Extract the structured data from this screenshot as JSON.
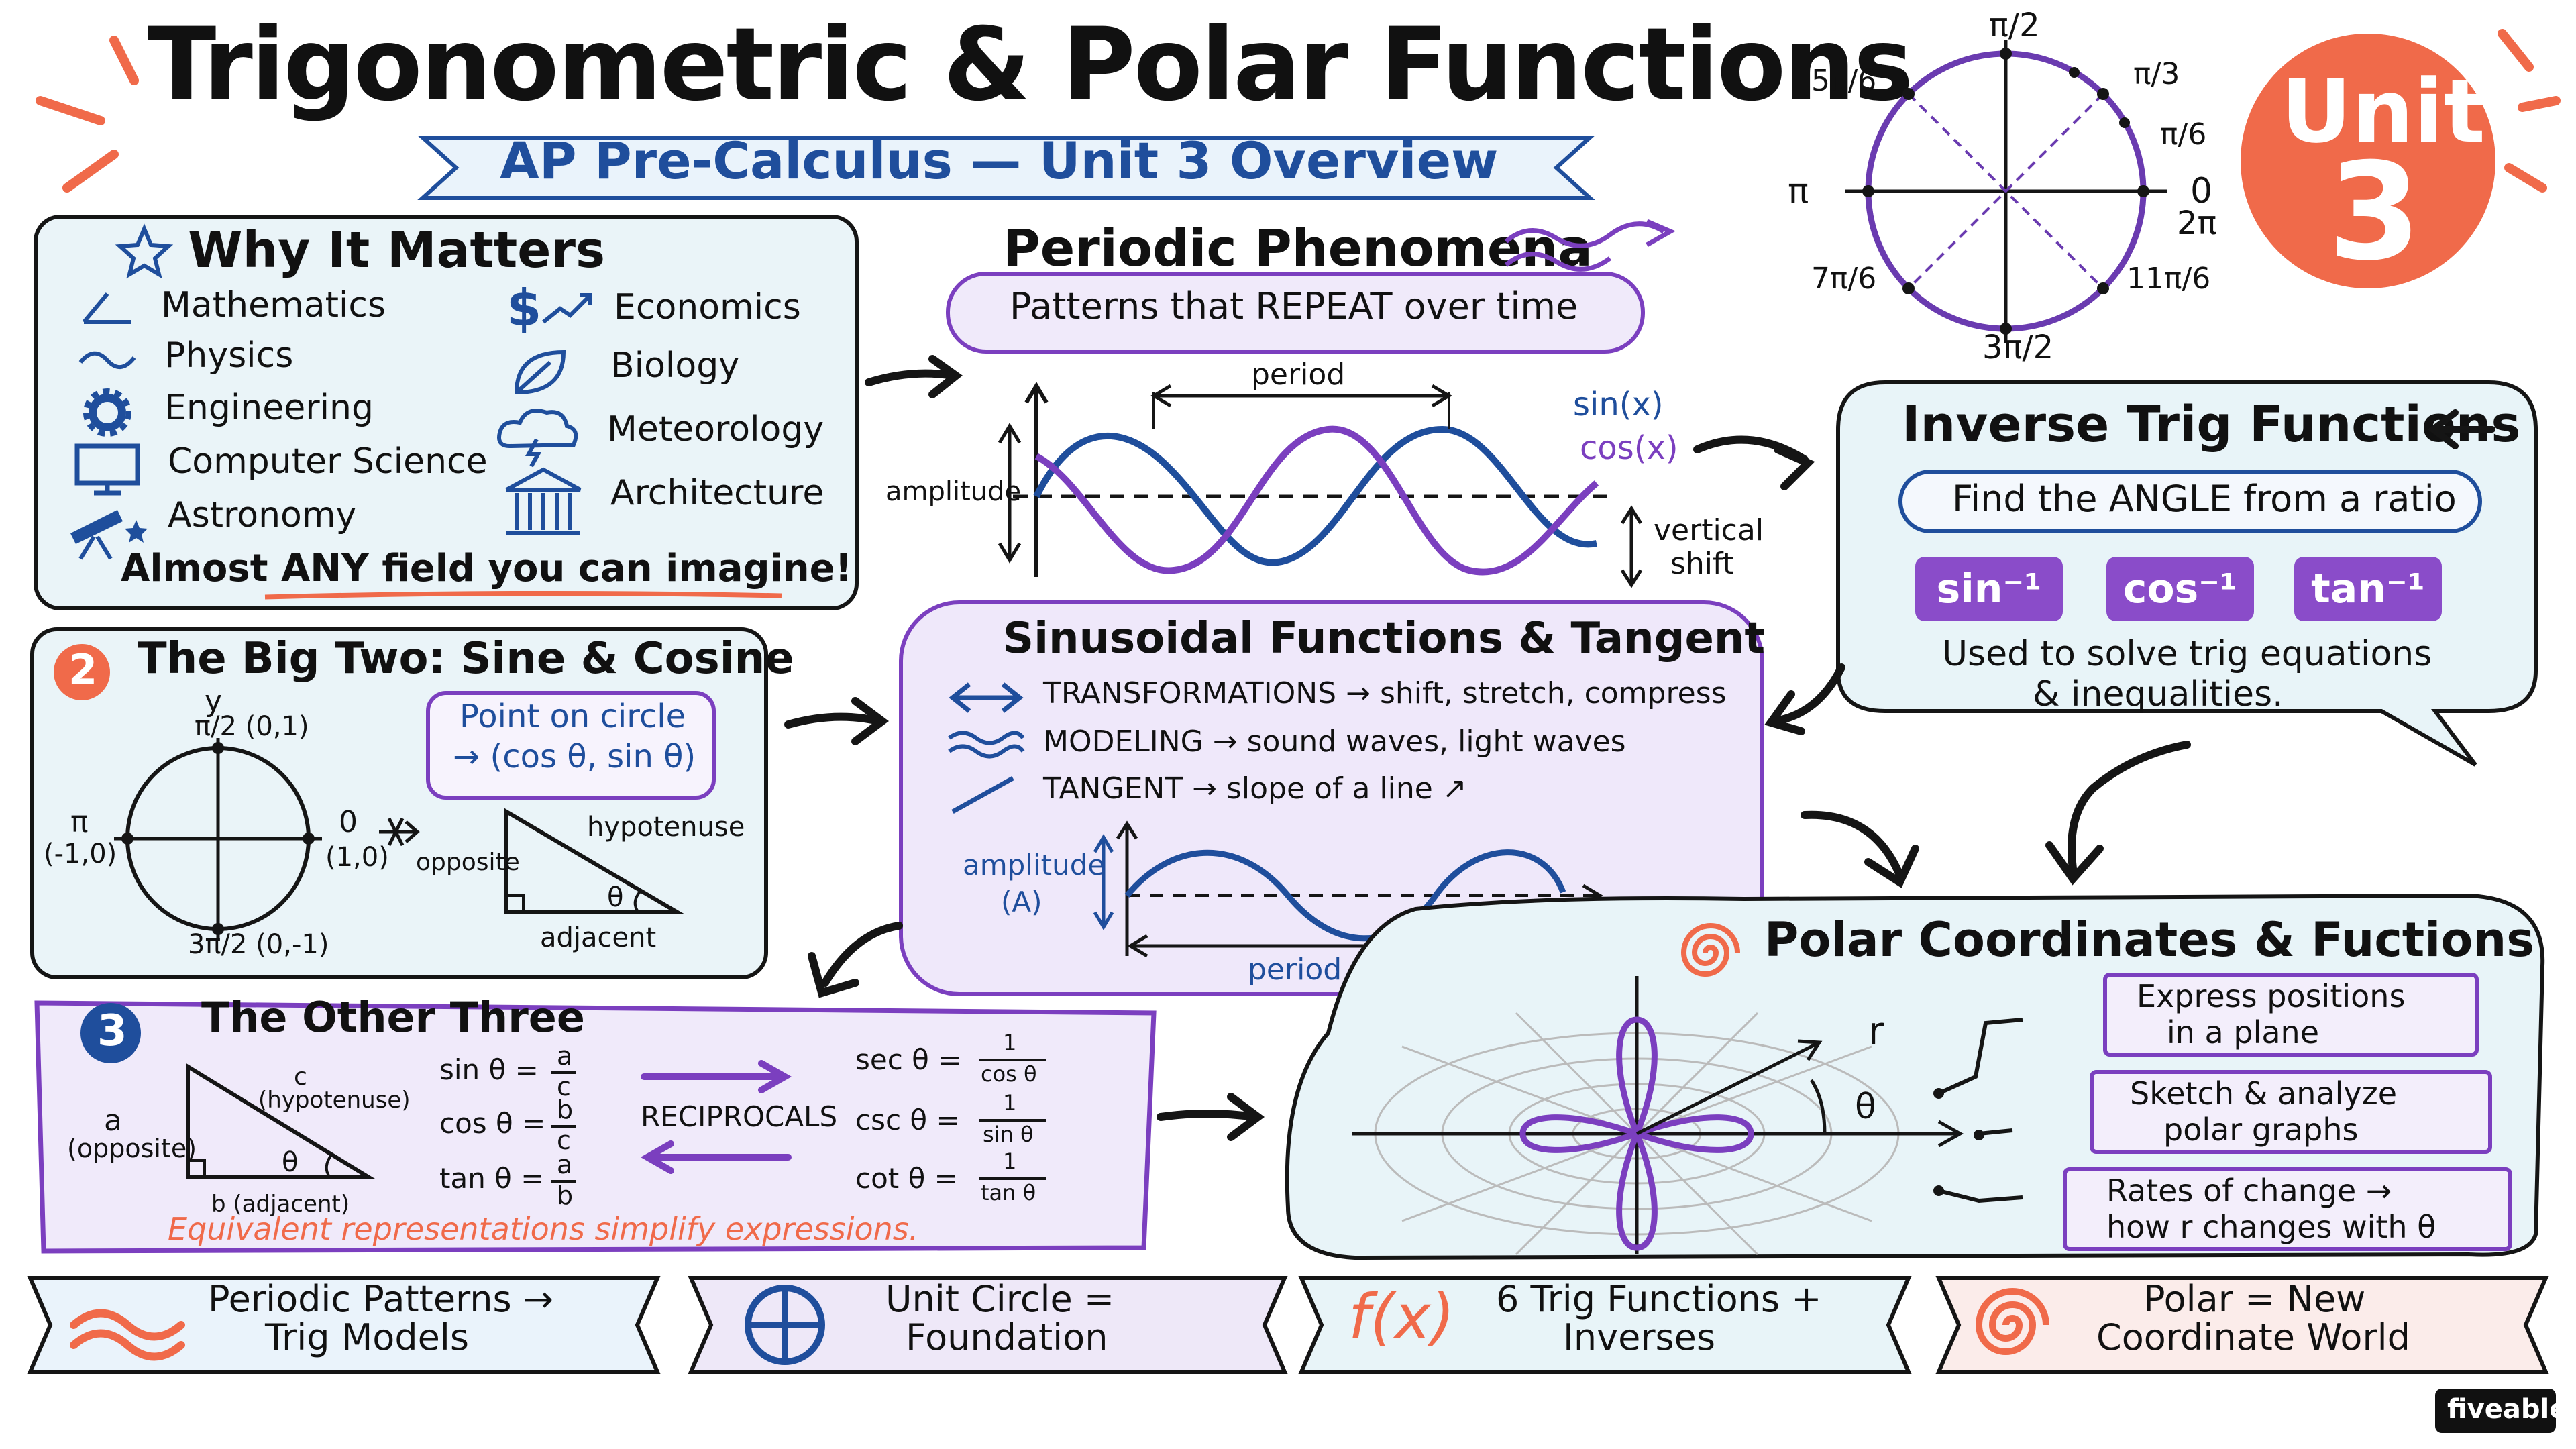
{
  "header": {
    "title": "Trigonometric & Polar Functions",
    "subtitle": "AP Pre-Calculus — Unit 3 Overview",
    "badge_unit": "Unit",
    "badge_num": "3"
  },
  "unit_circle_top": {
    "labels": [
      "π/2",
      "π/3",
      "π/6",
      "0",
      "2π",
      "π",
      "5π/6",
      "7π/6",
      "11π/6",
      "3π/2"
    ]
  },
  "why": {
    "title": "Why It Matters",
    "left": [
      "Mathematics",
      "Physics",
      "Engineering",
      "Computer Science",
      "Astronomy"
    ],
    "right": [
      "Economics",
      "Biology",
      "Meteorology",
      "Architecture"
    ],
    "footer": "Almost ANY field you can imagine!"
  },
  "periodic": {
    "title": "Periodic Phenomena",
    "subtitle": "Patterns that REPEAT over time",
    "period": "period",
    "amplitude": "amplitude",
    "sin": "sin(x)",
    "cos": "cos(x)",
    "vshift": "vertical",
    "vshift2": "shift"
  },
  "inverse": {
    "title": "Inverse Trig Functions",
    "subtitle": "Find the ANGLE from a ratio",
    "tags": [
      "sin⁻¹",
      "cos⁻¹",
      "tan⁻¹"
    ],
    "note1": "Used to solve trig equations",
    "note2": "& inequalities."
  },
  "bigtwo": {
    "num": "2",
    "title": "The Big Two: Sine & Cosine",
    "y": "y",
    "top": "π/2 (0,1)",
    "left1": "π",
    "left2": "(-1,0)",
    "right1": "0",
    "right2": "(1,0)",
    "bottom": "3π/2  (0,-1)",
    "point1": "Point on circle",
    "point2": "→ (cos θ, sin θ)",
    "hyp": "hypotenuse",
    "opp": "opposite",
    "adj": "adjacent",
    "theta": "θ"
  },
  "sinusoid": {
    "title": "Sinusoidal Functions & Tangent",
    "rows": [
      "TRANSFORMATIONS → shift, stretch, compress",
      "MODELING → sound waves, light waves",
      "TANGENT → slope of a line ↗"
    ],
    "amp1": "amplitude",
    "amp2": "(A)",
    "period": "period (P)"
  },
  "other": {
    "num": "3",
    "title": "The Other Three",
    "c": "c",
    "hyp": "(hypotenuse)",
    "a": "a",
    "opp": "(opposite)",
    "b": "b (adjacent)",
    "theta": "θ",
    "sin": "sin θ =",
    "cos": "cos θ =",
    "tan": "tan θ =",
    "sin_n": "a",
    "sin_d": "c",
    "cos_n": "b",
    "cos_d": "c",
    "tan_n": "a",
    "tan_d": "b",
    "recip": "RECIPROCALS",
    "sec": "sec θ =",
    "csc": "csc θ =",
    "cot": "cot θ =",
    "one": "1",
    "sec_d": "cos θ",
    "csc_d": "sin θ",
    "cot_d": "tan θ",
    "note": "Equivalent representations simplify expressions."
  },
  "polar": {
    "title": "Polar Coordinates & Fuctions",
    "r": "r",
    "theta": "θ",
    "items": [
      [
        "Express positions",
        "in a plane"
      ],
      [
        "Sketch & analyze",
        "polar graphs"
      ],
      [
        "Rates of change →",
        "how r changes with θ"
      ]
    ]
  },
  "footer": {
    "items": [
      [
        "Periodic Patterns →",
        "Trig Models"
      ],
      [
        "Unit Circle =",
        "Foundation"
      ],
      [
        "6 Trig Functions +",
        "Inverses"
      ],
      [
        "Polar = New",
        "Coordinate World"
      ]
    ],
    "fx": "f(x)",
    "brand": "fiveable"
  },
  "colors": {
    "ink": "#151515",
    "blue": "#1f4e9c",
    "purple": "#7b3fbf",
    "orange": "#f06a4a",
    "lightblue": "#e8f4f8",
    "lavender": "#f0eafa"
  }
}
